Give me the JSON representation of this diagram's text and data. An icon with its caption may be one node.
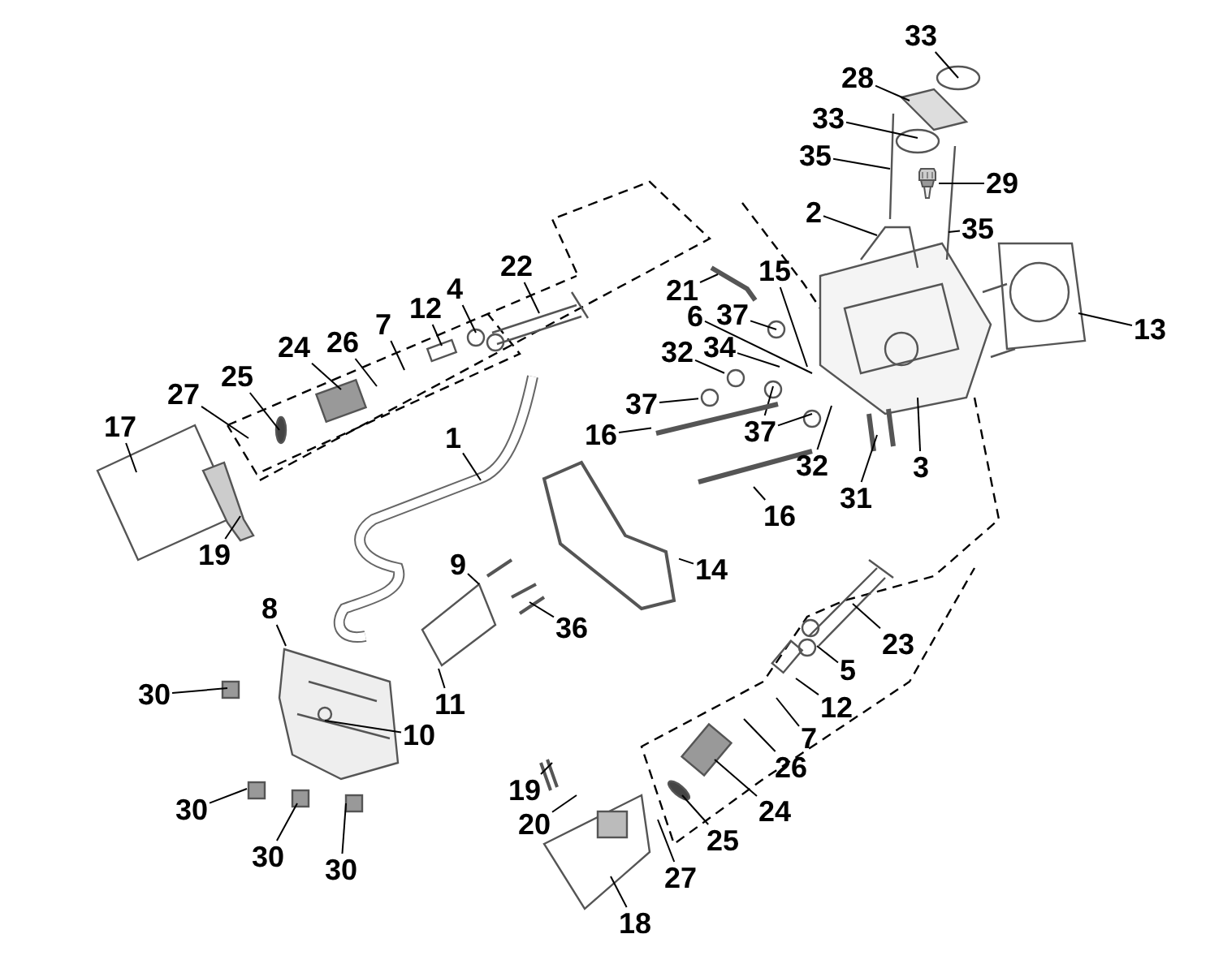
{
  "diagram": {
    "nodes": [
      {
        "text": [
          "33"
        ]
      },
      {
        "text": [
          "28"
        ]
      },
      {
        "text": [
          "33"
        ]
      },
      {
        "text": [
          "35"
        ]
      },
      {
        "text": [
          "29"
        ]
      },
      {
        "text": [
          "2"
        ]
      },
      {
        "text": [
          "35"
        ]
      },
      {
        "text": [
          "22"
        ]
      },
      {
        "text": [
          "4"
        ]
      },
      {
        "text": [
          "12"
        ]
      },
      {
        "text": [
          "21"
        ]
      },
      {
        "text": [
          "15"
        ]
      },
      {
        "text": [
          "6"
        ]
      },
      {
        "text": [
          "37"
        ]
      },
      {
        "text": [
          "13"
        ]
      },
      {
        "text": [
          "7"
        ]
      },
      {
        "text": [
          "26"
        ]
      },
      {
        "text": [
          "25"
        ]
      },
      {
        "text": [
          "24"
        ]
      },
      {
        "text": [
          "32"
        ]
      },
      {
        "text": [
          "34"
        ]
      },
      {
        "text": [
          "27"
        ]
      },
      {
        "text": [
          "37"
        ]
      },
      {
        "text": [
          "37"
        ]
      },
      {
        "text": [
          "17"
        ]
      },
      {
        "text": [
          "1"
        ]
      },
      {
        "text": [
          "16"
        ]
      },
      {
        "text": [
          "31"
        ]
      },
      {
        "text": [
          "32"
        ]
      },
      {
        "text": [
          "3"
        ]
      },
      {
        "text": [
          "19"
        ]
      },
      {
        "text": [
          "16"
        ]
      },
      {
        "text": [
          "14"
        ]
      },
      {
        "text": [
          "9"
        ]
      },
      {
        "text": [
          "36"
        ]
      },
      {
        "text": [
          "8"
        ]
      },
      {
        "text": [
          "30"
        ]
      },
      {
        "text": [
          "11"
        ]
      },
      {
        "text": [
          "10"
        ]
      },
      {
        "text": [
          "23"
        ]
      },
      {
        "text": [
          "5"
        ]
      },
      {
        "text": [
          "12"
        ]
      },
      {
        "text": [
          "7"
        ]
      },
      {
        "text": [
          "26"
        ]
      },
      {
        "text": [
          "19"
        ]
      },
      {
        "text": [
          "24"
        ]
      },
      {
        "text": [
          "20"
        ]
      },
      {
        "text": [
          "30"
        ]
      },
      {
        "text": [
          "25"
        ]
      },
      {
        "text": [
          "30"
        ]
      },
      {
        "text": [
          "30"
        ]
      },
      {
        "text": [
          "27"
        ]
      },
      {
        "text": [
          "18"
        ]
      },
      {
        "text": [],
        "shape": "picture"
      },
      {
        "text": [],
        "shape": "picture"
      },
      {
        "text": [],
        "shape": "circle"
      },
      {
        "text": [],
        "shape": "circle"
      },
      {
        "text": [],
        "shape": "picture"
      }
    ],
    "edges": [
      {
        "from": 0,
        "to": null,
        "arrow": "none"
      },
      {
        "from": 1,
        "to": null,
        "arrow": "none"
      },
      {
        "from": 2,
        "to": null,
        "arrow": "none"
      },
      {
        "from": 3,
        "to": null,
        "arrow": "none"
      },
      {
        "from": 4,
        "to": 54,
        "arrow": "none"
      },
      {
        "from": 5,
        "to": null,
        "arrow": "none"
      },
      {
        "from": 6,
        "to": null,
        "arrow": "none"
      },
      {
        "from": 7,
        "to": null,
        "arrow": "none"
      },
      {
        "from": 8,
        "to": null,
        "arrow": "none"
      },
      {
        "from": 9,
        "to": null,
        "arrow": "none"
      },
      {
        "from": 10,
        "to": null,
        "arrow": "none"
      },
      {
        "from": 11,
        "to": null,
        "arrow": "none"
      },
      {
        "from": 12,
        "to": null,
        "arrow": "none"
      },
      {
        "from": 13,
        "to": null,
        "arrow": "none"
      },
      {
        "from": 14,
        "to": null,
        "arrow": "none"
      },
      {
        "from": 15,
        "to": null,
        "arrow": "none"
      },
      {
        "from": 16,
        "to": null,
        "arrow": "none"
      },
      {
        "from": 17,
        "to": null,
        "arrow": "none"
      },
      {
        "from": 18,
        "to": null,
        "arrow": "none"
      },
      {
        "from": 19,
        "to": 55,
        "arrow": "none"
      },
      {
        "from": 20,
        "to": null,
        "arrow": "none"
      },
      {
        "from": 21,
        "to": null,
        "arrow": "none"
      },
      {
        "from": 22,
        "to": 56,
        "arrow": "none"
      },
      {
        "from": 23,
        "to": null,
        "arrow": "none"
      },
      {
        "from": 23,
        "to": null,
        "arrow": "none"
      },
      {
        "from": 24,
        "to": null,
        "arrow": "none"
      },
      {
        "from": 25,
        "to": null,
        "arrow": "none"
      },
      {
        "from": 26,
        "to": 57,
        "arrow": "none"
      },
      {
        "from": 27,
        "to": null,
        "arrow": "none"
      },
      {
        "from": 28,
        "to": null,
        "arrow": "none"
      },
      {
        "from": 29,
        "to": null,
        "arrow": "none"
      },
      {
        "from": 30,
        "to": null,
        "arrow": "none"
      },
      {
        "from": 31,
        "to": null,
        "arrow": "none"
      },
      {
        "from": 32,
        "to": 53,
        "arrow": "none"
      },
      {
        "from": 33,
        "to": null,
        "arrow": "none"
      },
      {
        "from": 34,
        "to": null,
        "arrow": "none"
      },
      {
        "from": 35,
        "to": null,
        "arrow": "none"
      },
      {
        "from": 36,
        "to": null,
        "arrow": "none"
      },
      {
        "from": 37,
        "to": null,
        "arrow": "none"
      },
      {
        "from": 38,
        "to": null,
        "arrow": "none"
      },
      {
        "from": 39,
        "to": null,
        "arrow": "none"
      },
      {
        "from": 40,
        "to": null,
        "arrow": "none"
      },
      {
        "from": 41,
        "to": null,
        "arrow": "none"
      },
      {
        "from": 42,
        "to": null,
        "arrow": "none"
      },
      {
        "from": 43,
        "to": null,
        "arrow": "none"
      },
      {
        "from": 44,
        "to": null,
        "arrow": "none"
      },
      {
        "from": 45,
        "to": null,
        "arrow": "none"
      },
      {
        "from": 46,
        "to": null,
        "arrow": "none"
      },
      {
        "from": 47,
        "to": null,
        "arrow": "none"
      },
      {
        "from": 48,
        "to": null,
        "arrow": "none"
      },
      {
        "from": 49,
        "to": null,
        "arrow": "none"
      },
      {
        "from": 50,
        "to": null,
        "arrow": "none"
      },
      {
        "from": 51,
        "to": null,
        "arrow": "none"
      },
      {
        "from": 52,
        "to": null,
        "arrow": "none"
      }
    ]
  }
}
